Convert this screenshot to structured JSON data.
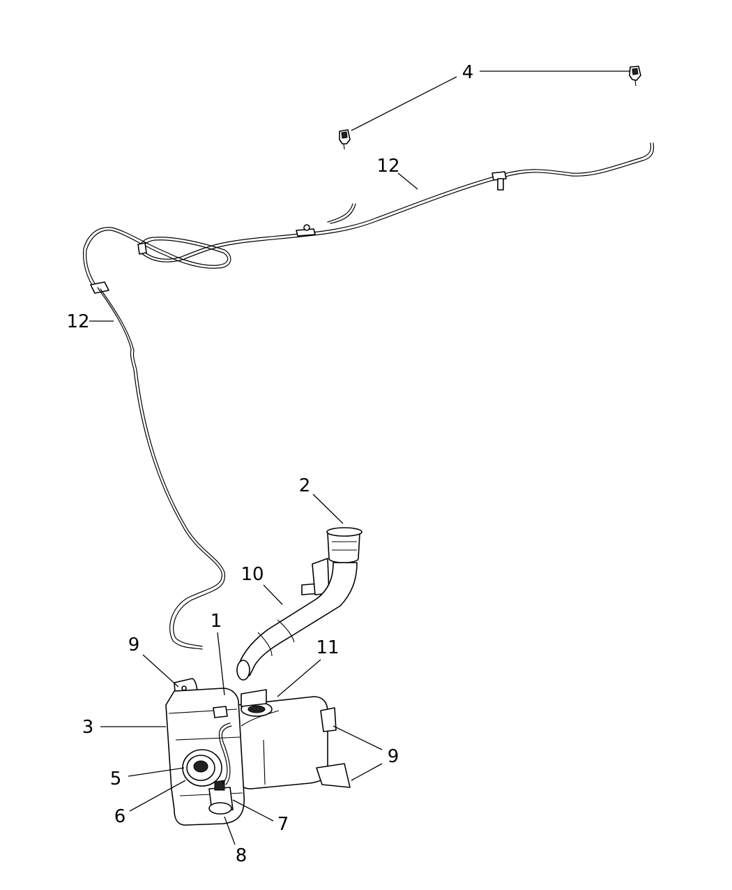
{
  "diagram": {
    "callouts": [
      {
        "id": "c4",
        "text": "4"
      },
      {
        "id": "c12a",
        "text": "12"
      },
      {
        "id": "c12b",
        "text": "12"
      },
      {
        "id": "c2",
        "text": "2"
      },
      {
        "id": "c10",
        "text": "10"
      },
      {
        "id": "c1",
        "text": "1"
      },
      {
        "id": "c9a",
        "text": "9"
      },
      {
        "id": "c11",
        "text": "11"
      },
      {
        "id": "c3",
        "text": "3"
      },
      {
        "id": "c9b",
        "text": "9"
      },
      {
        "id": "c5",
        "text": "5"
      },
      {
        "id": "c6",
        "text": "6"
      },
      {
        "id": "c7",
        "text": "7"
      },
      {
        "id": "c8",
        "text": "8"
      }
    ]
  }
}
